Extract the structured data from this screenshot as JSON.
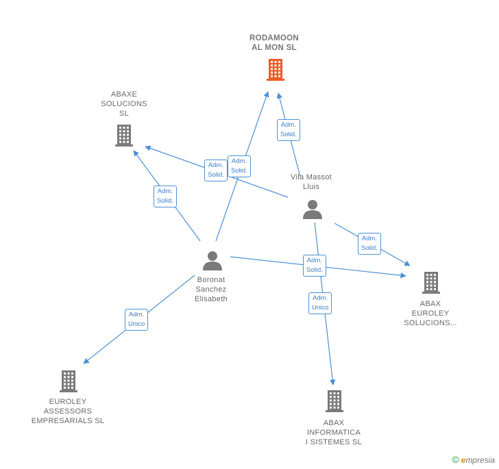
{
  "colors": {
    "edge": "#4a8fd8",
    "company_icon": "#7a7a7a",
    "focus_company_icon": "#f05a28",
    "person_icon": "#7a7a7a"
  },
  "nodes": [
    {
      "id": "rodamoon",
      "type": "company",
      "focus": true,
      "label": "RODAMOON\nAL MON  SL",
      "icon": "building-icon"
    },
    {
      "id": "abaxe",
      "type": "company",
      "label": "ABAXE\nSOLUCIONS\nSL",
      "icon": "building-icon"
    },
    {
      "id": "vila",
      "type": "person",
      "label": "Vila Massot\nLluis",
      "icon": "person-icon"
    },
    {
      "id": "boronat",
      "type": "person",
      "label": "Boronat\nSanchez\nElisabeth",
      "icon": "person-icon"
    },
    {
      "id": "abax_euroley",
      "type": "company",
      "label": "ABAX\nEUROLEY\nSOLUCIONS...",
      "icon": "building-icon"
    },
    {
      "id": "euroley_assessors",
      "type": "company",
      "label": "EUROLEY\nASSESSORS\nEMPRESARIALS SL",
      "icon": "building-icon"
    },
    {
      "id": "abax_informatica",
      "type": "company",
      "label": "ABAX\nINFORMATICA\nI SISTEMES SL",
      "icon": "building-icon"
    }
  ],
  "edges": [
    {
      "from": "vila",
      "to": "rodamoon",
      "label": "Adm.\nSolid."
    },
    {
      "from": "vila",
      "to": "abaxe",
      "label": "Adm.\nSolid."
    },
    {
      "from": "boronat",
      "to": "abaxe",
      "label": "Adm.\nSolid."
    },
    {
      "from": "boronat",
      "to": "rodamoon",
      "label": "Adm.\nSolid."
    },
    {
      "from": "vila",
      "to": "abax_euroley",
      "label": "Adm.\nSolid."
    },
    {
      "from": "boronat",
      "to": "abax_euroley",
      "label": "Adm.\nSolid."
    },
    {
      "from": "vila",
      "to": "abax_informatica",
      "label": "Adm.\nUnico"
    },
    {
      "from": "boronat",
      "to": "euroley_assessors",
      "label": "Adm.\nUnico"
    }
  ],
  "brand": {
    "copyright": "©",
    "name_first": "e",
    "name_rest": "mpresia"
  }
}
